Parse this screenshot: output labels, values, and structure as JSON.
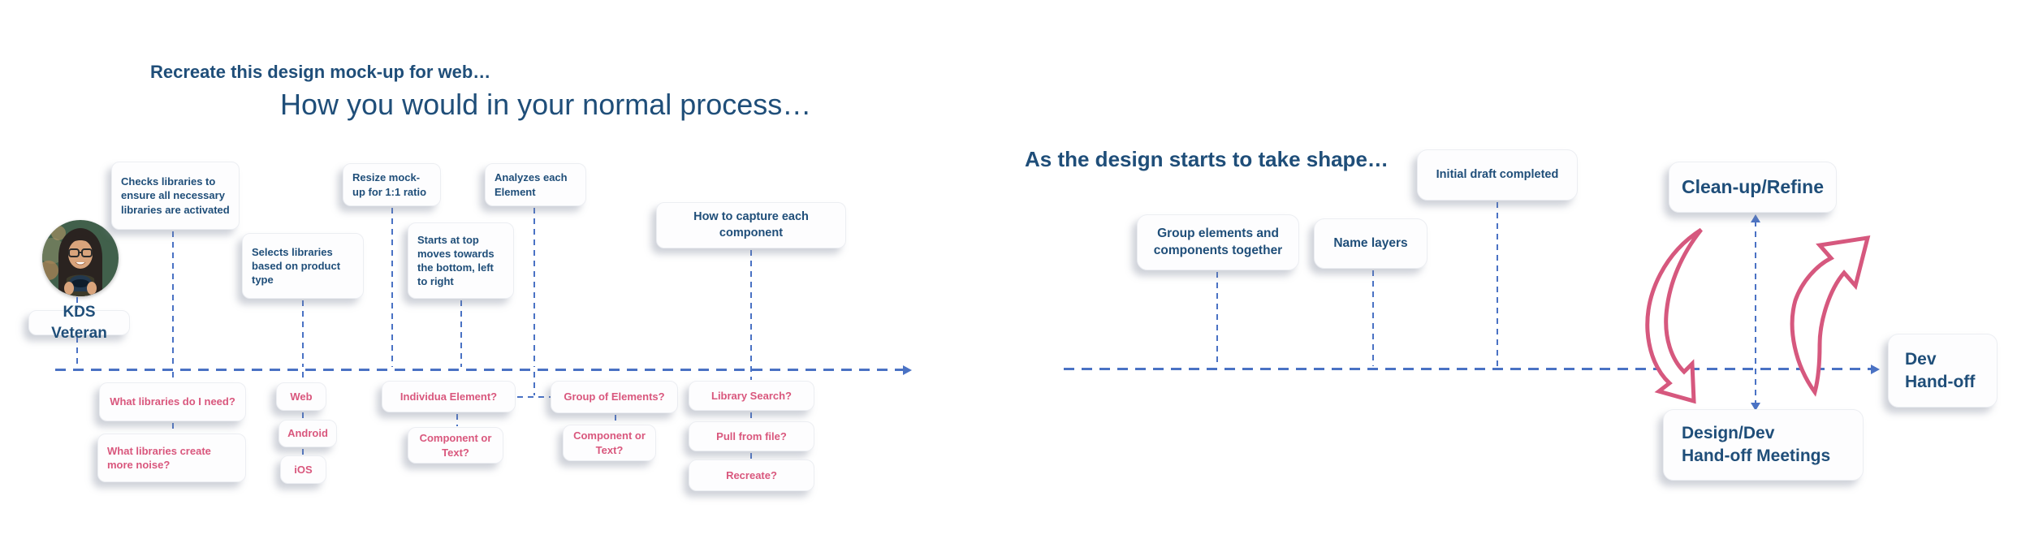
{
  "titles": {
    "subtitle": "Recreate this design mock-up for web…",
    "main": "How you would in your normal process…",
    "right_heading": "As the design starts to take shape…"
  },
  "persona": {
    "label": "KDS Veteran",
    "avatar_description": "woman-with-glasses-holding-coffee-photo"
  },
  "colors": {
    "heading_blue": "#1f4e79",
    "note_text_blue": "#1f4e79",
    "note_text_pink": "#d9577d",
    "dashed_line_blue": "#4a72c4",
    "loop_arrow_pink": "#d6587e",
    "note_background": "#fdfdfe"
  },
  "notes": {
    "checks_libraries": "Checks libraries to ensure all necessary libraries are activated",
    "selects_libraries": "Selects libraries based on product type",
    "resize_mockup": "Resize mock-up for 1:1 ratio",
    "starts_at_top": "Starts at top moves towards the bottom, left to right",
    "analyzes_each": "Analyzes each Element",
    "how_to_capture": "How to capture each component",
    "what_libraries_need": "What libraries do I need?",
    "what_libraries_noise": "What libraries create more noise?",
    "web": "Web",
    "android": "Android",
    "ios": "iOS",
    "individua_element": "Individua Element?",
    "component_or_text_1": "Component or Text?",
    "group_of_elements": "Group of Elements?",
    "component_or_text_2": "Component or Text?",
    "library_search": "Library Search?",
    "pull_from_file": "Pull from file?",
    "recreate": "Recreate?",
    "group_elements_together": "Group elements and components together",
    "name_layers": "Name layers",
    "initial_draft": "Initial draft completed",
    "cleanup_refine": "Clean-up/Refine",
    "dev_handoff": "Dev\nHand-off",
    "design_dev_meetings": "Design/Dev\nHand-off Meetings"
  }
}
